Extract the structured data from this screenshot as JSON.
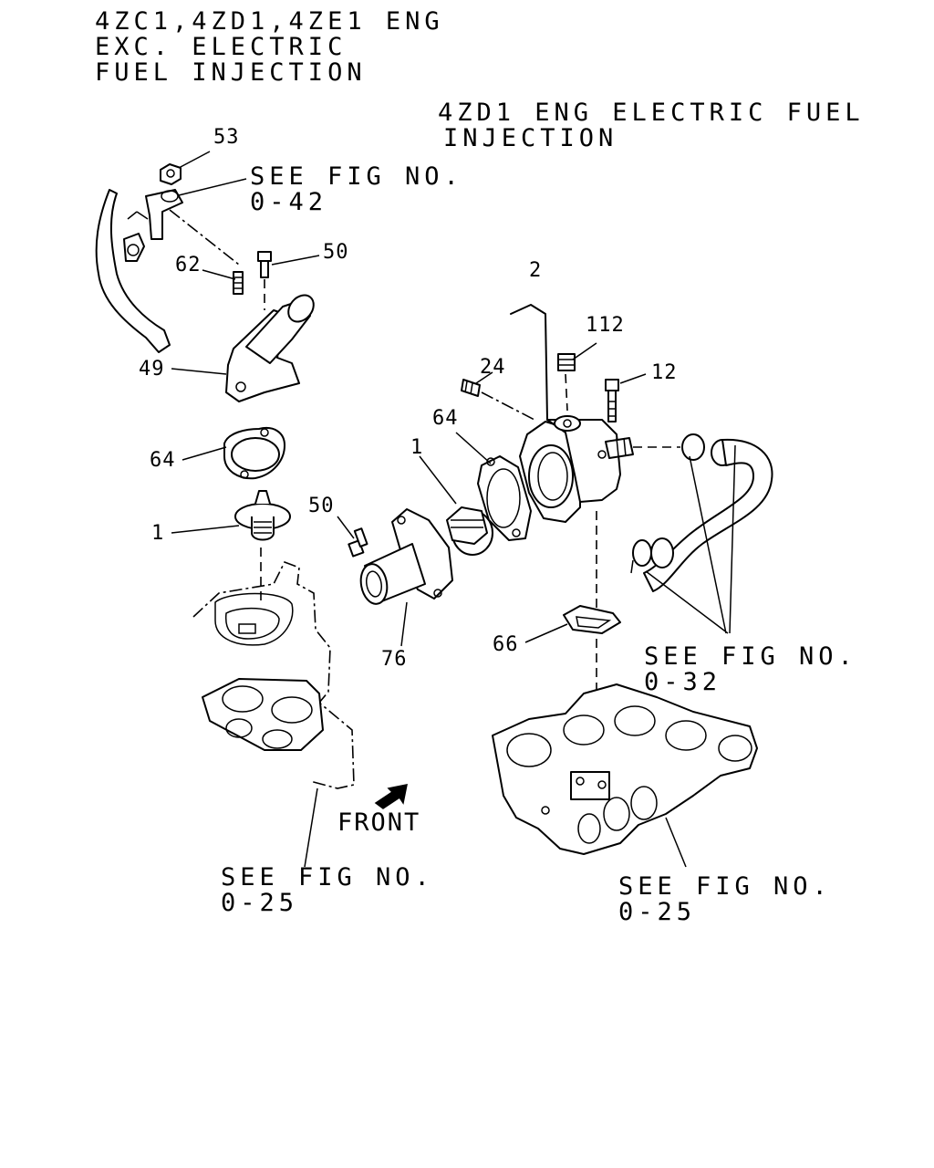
{
  "header": {
    "variant_a_line1": "4ZC1,4ZD1,4ZE1 ENG",
    "variant_a_line2": "EXC. ELECTRIC",
    "variant_a_line3": "FUEL INJECTION",
    "variant_b_line1": "4ZD1 ENG ELECTRIC FUEL",
    "variant_b_line2": "INJECTION"
  },
  "references": {
    "fig_042_line1": "SEE FIG NO.",
    "fig_042_line2": "0-42",
    "fig_032_line1": "SEE FIG NO.",
    "fig_032_line2": "0-32",
    "fig_025_left_line1": "SEE FIG NO.",
    "fig_025_left_line2": "0-25",
    "fig_025_right_line1": "SEE FIG NO.",
    "fig_025_right_line2": "0-25"
  },
  "direction": {
    "label": "FRONT"
  },
  "callouts": {
    "c53": "53",
    "c50a": "50",
    "c62": "62",
    "c49": "49",
    "c64a": "64",
    "c1a": "1",
    "c2": "2",
    "c24": "24",
    "c112": "112",
    "c12": "12",
    "c64b": "64",
    "c1b": "1",
    "c50b": "50",
    "c76": "76",
    "c66": "66"
  }
}
